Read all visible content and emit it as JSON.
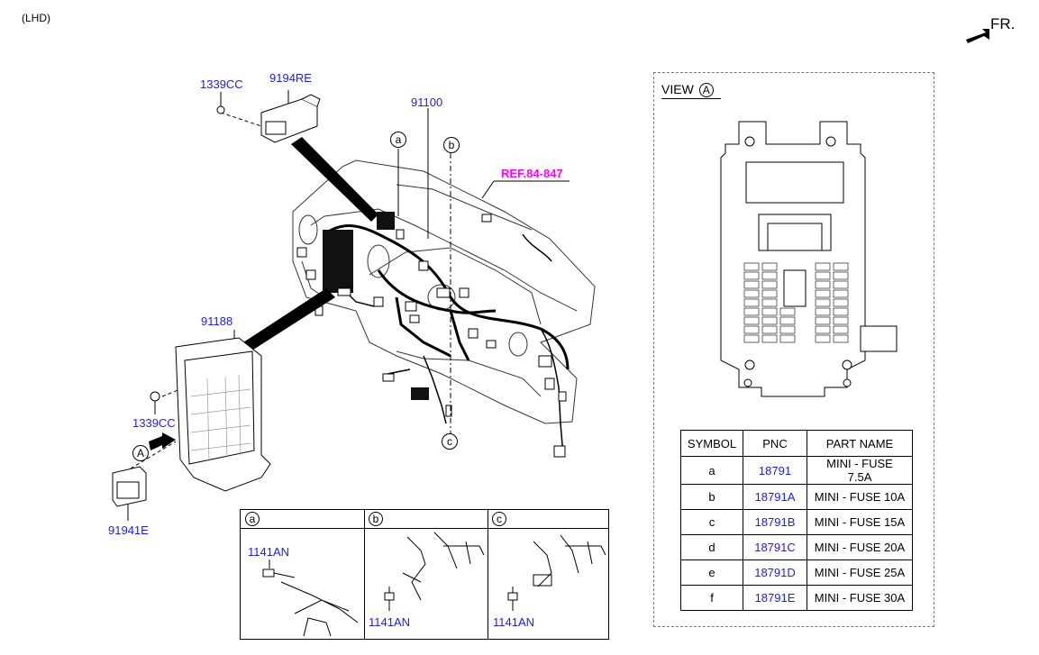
{
  "header": {
    "variant": "(LHD)",
    "direction": "FR."
  },
  "labels": {
    "p1339cc_top": "1339CC",
    "p9194re": "9194RE",
    "p91100": "91100",
    "p91188": "91188",
    "p1339cc_left": "1339CC",
    "p91941e": "91941E",
    "ref": "REF.84-847",
    "callout_a": "a",
    "callout_b": "b",
    "callout_c": "c",
    "view_marker": "A"
  },
  "view": {
    "title": "VIEW",
    "marker": "A"
  },
  "fuse_table": {
    "headers": [
      "SYMBOL",
      "PNC",
      "PART NAME"
    ],
    "rows": [
      {
        "symbol": "a",
        "pnc": "18791",
        "name": "MINI - FUSE 7.5A"
      },
      {
        "symbol": "b",
        "pnc": "18791A",
        "name": "MINI - FUSE 10A"
      },
      {
        "symbol": "c",
        "pnc": "18791B",
        "name": "MINI - FUSE 15A"
      },
      {
        "symbol": "d",
        "pnc": "18791C",
        "name": "MINI - FUSE 20A"
      },
      {
        "symbol": "e",
        "pnc": "18791D",
        "name": "MINI - FUSE 25A"
      },
      {
        "symbol": "f",
        "pnc": "18791E",
        "name": "MINI - FUSE 30A"
      }
    ]
  },
  "detail": {
    "panels": [
      {
        "marker": "a",
        "part": "1141AN"
      },
      {
        "marker": "b",
        "part": "1141AN"
      },
      {
        "marker": "c",
        "part": "1141AN"
      }
    ]
  },
  "colors": {
    "pnc_blue": "#1a1aff",
    "ref_magenta": "#ff00ff"
  }
}
